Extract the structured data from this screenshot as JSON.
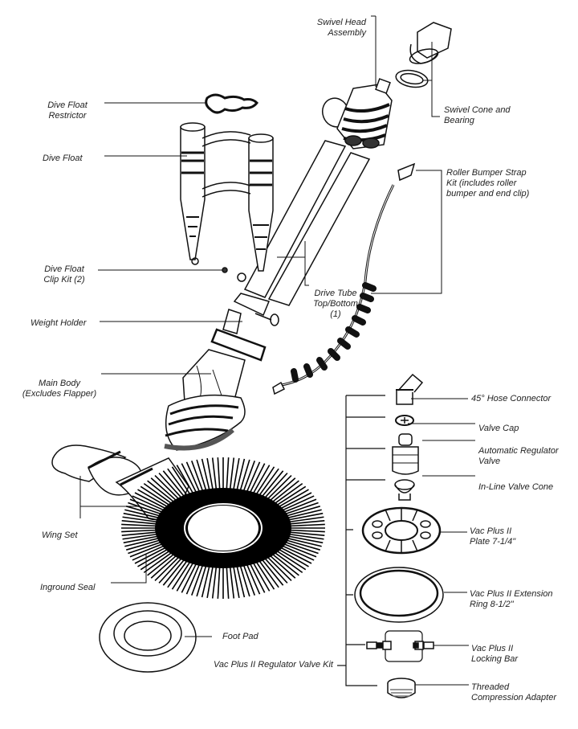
{
  "diagram": {
    "title": "Pool cleaner exploded parts diagram",
    "colors": {
      "line": "#111111",
      "fill": "#ffffff",
      "label": "#222222"
    },
    "labels": {
      "swivel_head": [
        "Swivel Head",
        "Assembly"
      ],
      "swivel_cone": [
        "Swivel Cone and",
        "Bearing"
      ],
      "dive_float_restrictor": [
        "Dive Float",
        "Restrictor"
      ],
      "dive_float": [
        "Dive Float"
      ],
      "roller_bumper": [
        "Roller Bumper Strap",
        "Kit (includes roller",
        "bumper and end clip)"
      ],
      "dive_float_clip": [
        "Dive Float",
        "Clip Kit (2)"
      ],
      "drive_tube": [
        "Drive Tube",
        "Top/Bottom",
        "(1)"
      ],
      "weight_holder": [
        "Weight Holder"
      ],
      "main_body": [
        "Main Body",
        "(Excludes Flapper)"
      ],
      "hose_connector": [
        "45° Hose Connector"
      ],
      "valve_cap": [
        "Valve Cap"
      ],
      "auto_regulator": [
        "Automatic Regulator",
        "Valve"
      ],
      "inline_cone": [
        "In-Line Valve Cone"
      ],
      "wing_set": [
        "Wing Set"
      ],
      "vac_plate": [
        "Vac Plus II",
        "Plate 7-1/4\""
      ],
      "inground_seal": [
        "Inground Seal"
      ],
      "extension_ring": [
        "Vac Plus II Extension",
        "Ring 8-1/2\""
      ],
      "foot_pad": [
        "Foot Pad"
      ],
      "locking_bar": [
        "Vac Plus II",
        "Locking Bar"
      ],
      "regulator_kit": [
        "Vac Plus II Regulator Valve Kit"
      ],
      "compression_adapter": [
        "Threaded",
        "Compression Adapter"
      ]
    }
  }
}
